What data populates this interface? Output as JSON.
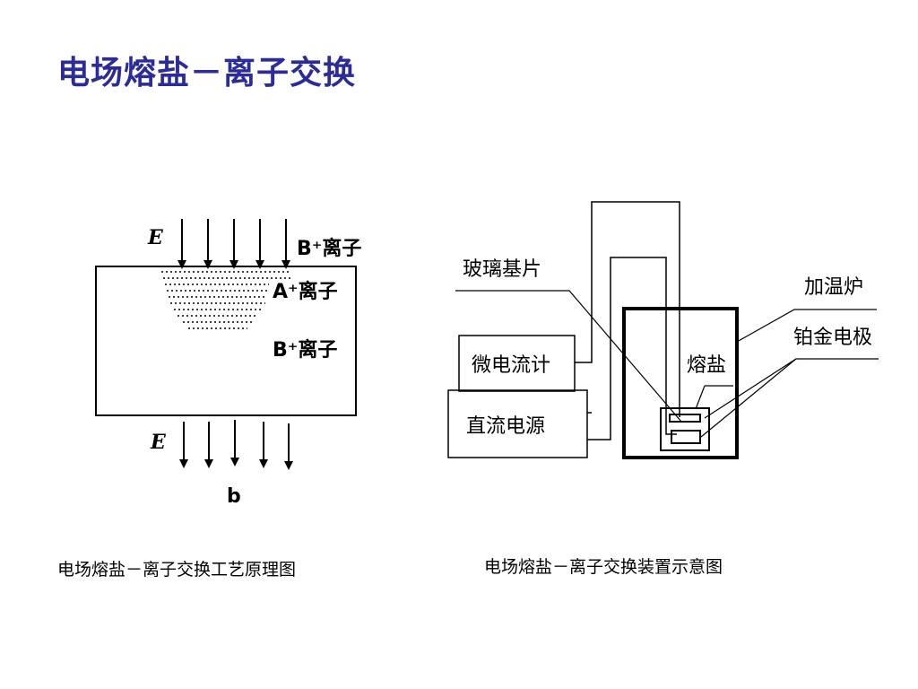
{
  "title": "电场熔盐－离子交换",
  "left_diagram": {
    "e_top": "E",
    "e_bottom": "E",
    "b_plus_top": "B⁺离子",
    "a_plus": "A⁺离子",
    "b_plus_mid": "B⁺离子",
    "sub_label": "b",
    "caption": "电场熔盐－离子交换工艺原理图"
  },
  "right_diagram": {
    "glass": "玻璃基片",
    "furnace": "加温炉",
    "electrode": "铂金电极",
    "galvanometer": "微电流计",
    "power": "直流电源",
    "molten_salt": "熔盐",
    "caption": "电场熔盐－离子交换装置示意图"
  }
}
